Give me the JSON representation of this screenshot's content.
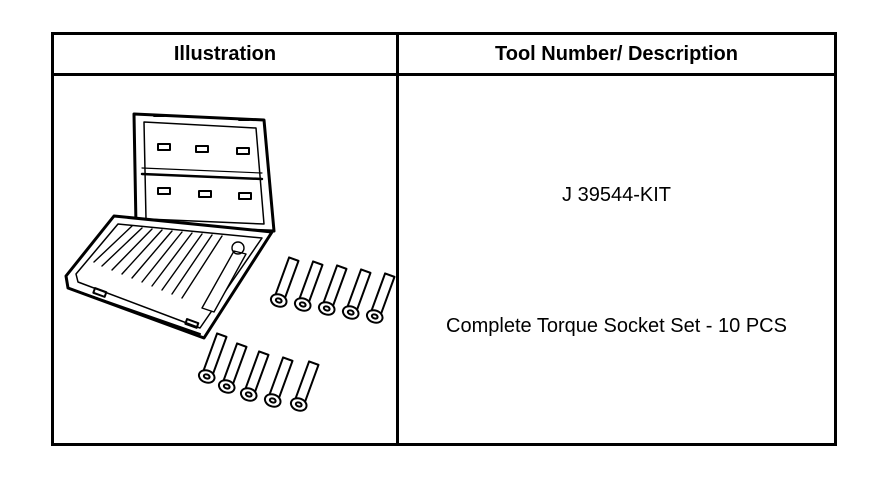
{
  "table": {
    "header_illustration": "Illustration",
    "header_tool": "Tool Number/ Description"
  },
  "tool": {
    "number": "J 39544-KIT",
    "description": "Complete Torque Socket Set - 10 PCS"
  },
  "illustration": {
    "icon": "torque-socket-set-case",
    "socket_count": 10
  }
}
